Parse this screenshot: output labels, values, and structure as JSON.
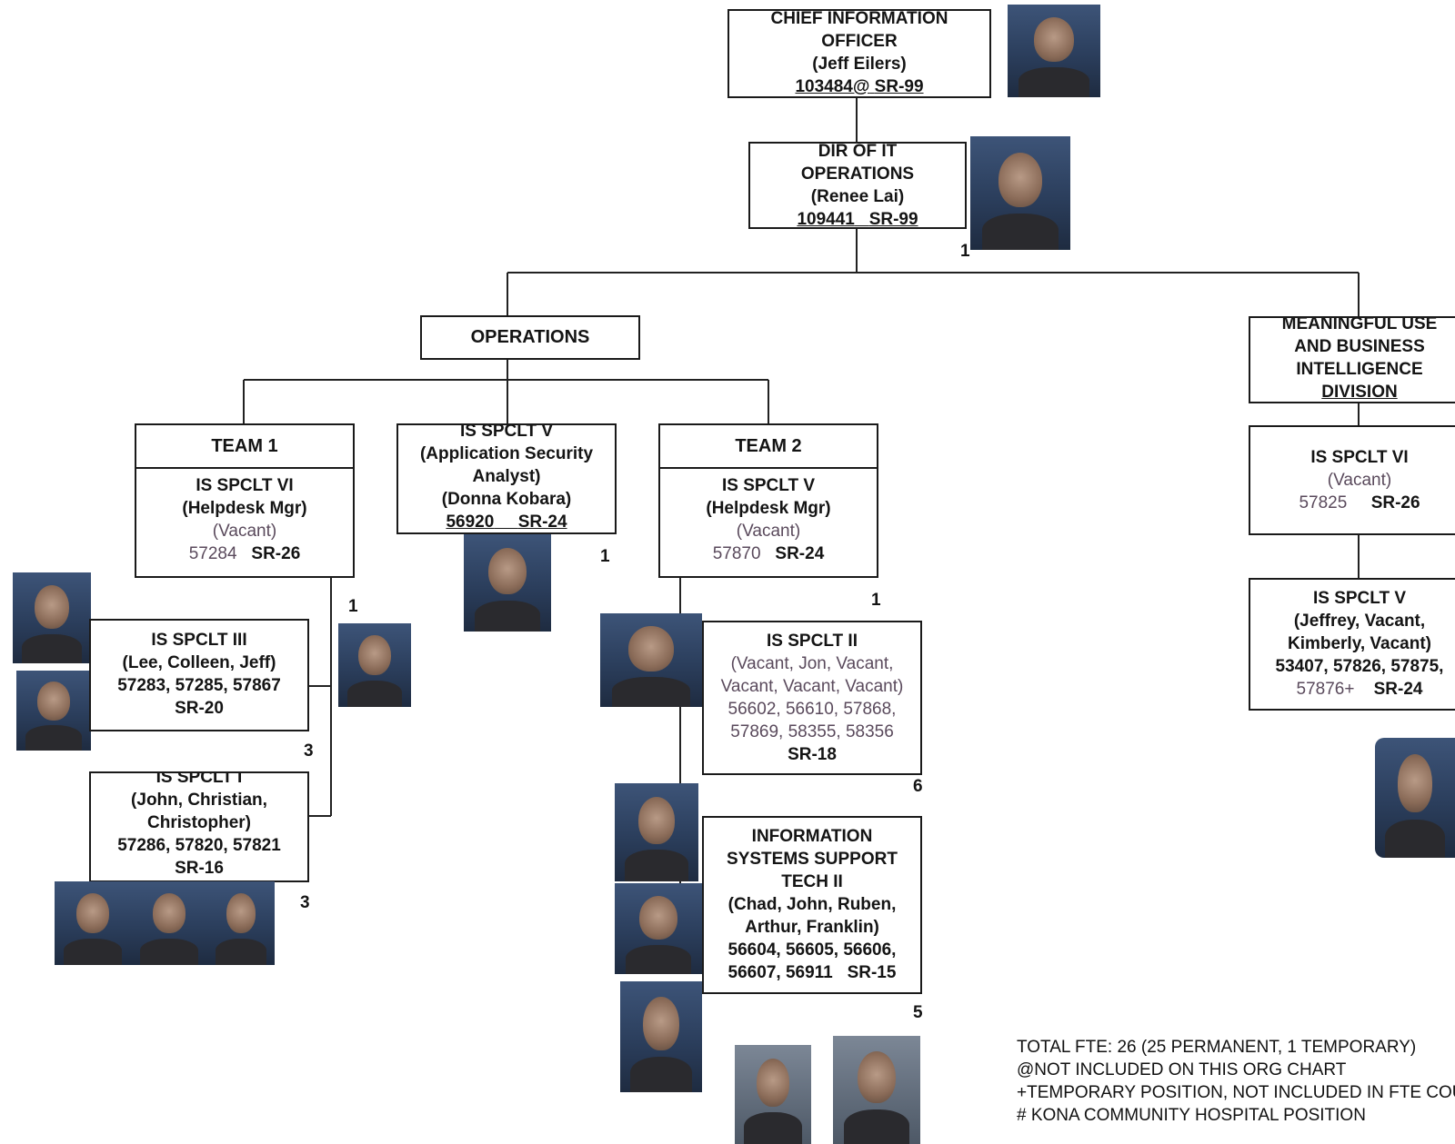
{
  "cio": {
    "title_1": "CHIEF INFORMATION",
    "title_2": "OFFICER",
    "name": "(Jeff Eilers)",
    "code": "103484@",
    "grade": "SR-99"
  },
  "dir": {
    "title_1": "DIR OF IT",
    "title_2": "OPERATIONS",
    "name": "(Renee Lai)",
    "code": "109441",
    "grade": "SR-99",
    "count": "1"
  },
  "operations": {
    "label": "OPERATIONS"
  },
  "team1": {
    "header": "TEAM 1",
    "title": "IS SPCLT VI",
    "role": "(Helpdesk Mgr)",
    "name": "(Vacant)",
    "code": "57284",
    "grade": "SR-26",
    "count": "1"
  },
  "appsec": {
    "title": "IS SPCLT V",
    "role_1": "(Application Security",
    "role_2": "Analyst)",
    "name": "(Donna Kobara)",
    "code": "56920",
    "grade": "SR-24",
    "count": "1"
  },
  "team2": {
    "header": "TEAM 2",
    "title": "IS SPCLT V",
    "role": "(Helpdesk Mgr)",
    "name": "(Vacant)",
    "code": "57870",
    "grade": "SR-24",
    "count": "1"
  },
  "spclt3": {
    "title": "IS SPCLT III",
    "names": "(Lee, Colleen, Jeff)",
    "codes": "57283, 57285, 57867",
    "grade": "SR-20",
    "count": "3"
  },
  "spclt1": {
    "title": "IS SPCLT I",
    "names_1": "(John, Christian,",
    "names_2": "Christopher)",
    "codes": "57286, 57820, 57821",
    "grade": "SR-16",
    "count": "3"
  },
  "spclt2": {
    "title": "IS SPCLT II",
    "names_1": "(Vacant, Jon, Vacant,",
    "names_2": "Vacant, Vacant, Vacant)",
    "codes_1": "56602, 56610, 57868,",
    "codes_2": "57869, 58355, 58356",
    "grade": "SR-18",
    "count": "6"
  },
  "ist": {
    "title_1": "INFORMATION",
    "title_2": "SYSTEMS SUPPORT",
    "title_3": "TECH II",
    "names_1": "(Chad, John, Ruben,",
    "names_2": "Arthur, Franklin)",
    "codes_1": "56604, 56605, 56606,",
    "codes_2": "56607, 56911",
    "grade": "SR-15",
    "count": "5"
  },
  "mu": {
    "title_1": "MEANINGFUL USE",
    "title_2": "AND BUSINESS",
    "title_3": "INTELLIGENCE",
    "title_4": "DIVISION"
  },
  "mu_vi": {
    "title": "IS SPCLT VI",
    "name": "(Vacant)",
    "code": "57825",
    "grade": "SR-26"
  },
  "mu_v": {
    "title": "IS SPCLT V",
    "names_1": "(Jeffrey, Vacant,",
    "names_2": "Kimberly, Vacant)",
    "codes_1": "53407, 57826, 57875,",
    "codes_2": "57876+",
    "grade": "SR-24"
  },
  "footer": {
    "line_1": "TOTAL FTE:  26 (25 PERMANENT, 1 TEMPORARY)",
    "line_2": "@NOT INCLUDED ON THIS ORG CHART",
    "line_3": "+TEMPORARY POSITION, NOT INCLUDED IN FTE COUNT",
    "line_4": "# KONA COMMUNITY HOSPITAL POSITION"
  }
}
